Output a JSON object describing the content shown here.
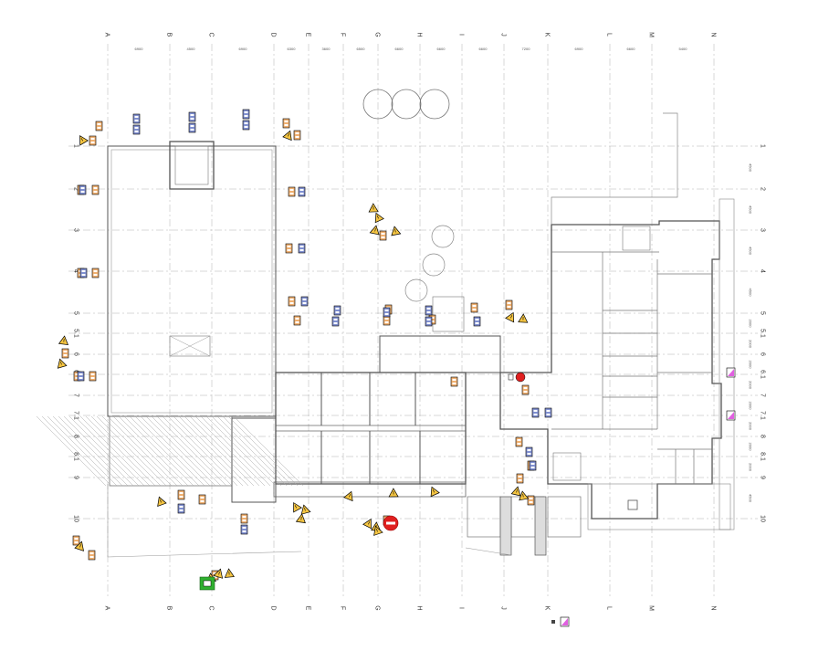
{
  "grid": {
    "columns": [
      "A",
      "B",
      "C",
      "D",
      "E",
      "F",
      "G",
      "H",
      "I",
      "J",
      "K",
      "L",
      "M",
      "N"
    ],
    "rows": [
      "1",
      "2",
      "3",
      "4",
      "5",
      "5.1",
      "6",
      "6.1",
      "7",
      "7.1",
      "8",
      "8.1",
      "9",
      "10"
    ],
    "column_spacings": [
      "6900",
      "4500",
      "6900",
      "6300",
      "3600",
      "6500",
      "6600",
      "6600",
      "6600",
      "7200",
      "6900",
      "6600",
      "5400"
    ],
    "row_spacings": [
      "4500",
      "4500",
      "4500",
      "4500",
      "2000",
      "2000",
      "2000",
      "2000",
      "2000",
      "2000",
      "2000",
      "2000",
      "4500"
    ]
  },
  "markers": {
    "orange_count": 34,
    "blue_count": 24,
    "pink_count": 3,
    "hazard_triangle_count": 26,
    "no_entry_signs": 1,
    "red_point_markers": 1,
    "green_location_markers": 1
  },
  "colors": {
    "line": "#555555",
    "light_line": "#999999",
    "grid_line": "#b0b0b0",
    "orange_marker": "#f0b070",
    "blue_marker": "#8090d0",
    "pink_marker": "#e060e0",
    "hazard_fill": "#f5c542",
    "no_entry": "#e02020",
    "green_marker": "#30b030"
  }
}
